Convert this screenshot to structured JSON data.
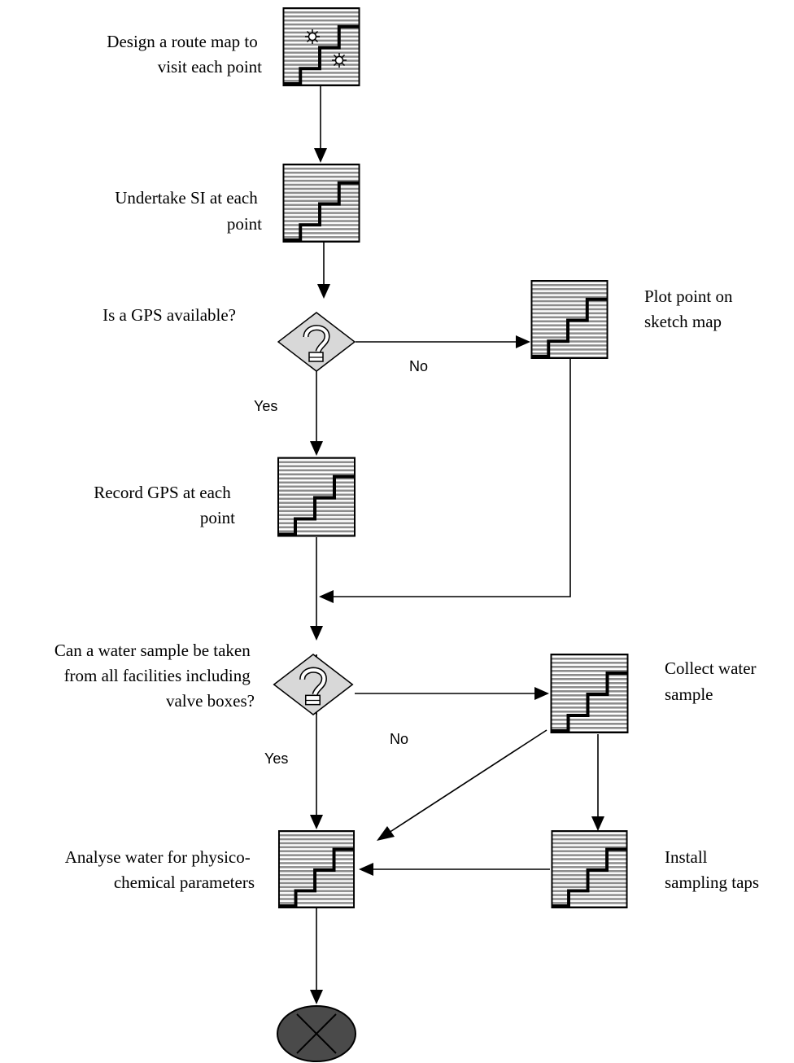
{
  "diagram": {
    "nodes": {
      "route": {
        "lines": [
          "Design a route map  to",
          "visit each point"
        ],
        "icon": "process-step-map-icon"
      },
      "si": {
        "lines": [
          "Undertake SI at each",
          "point"
        ],
        "icon": "process-step-icon"
      },
      "gps_q": {
        "lines": [
          "Is a GPS available?"
        ],
        "icon": "decision-icon"
      },
      "plot": {
        "lines": [
          "Plot point on",
          "sketch map"
        ],
        "icon": "process-step-icon"
      },
      "record": {
        "lines": [
          "Record GPS at each",
          "point"
        ],
        "icon": "process-step-icon"
      },
      "water_q": {
        "lines": [
          "Can a water sample be taken",
          "from all facilities including",
          "valve boxes?"
        ],
        "icon": "decision-icon"
      },
      "collect": {
        "lines": [
          "Collect water",
          "sample"
        ],
        "icon": "process-step-icon"
      },
      "analyse": {
        "lines": [
          "Analyse water for physico-",
          "chemical parameters"
        ],
        "icon": "process-step-icon"
      },
      "install": {
        "lines": [
          "Install",
          "sampling taps"
        ],
        "icon": "process-step-icon"
      },
      "end": {
        "icon": "end-terminator-icon"
      }
    },
    "edge_labels": {
      "gps_no": "No",
      "gps_yes": "Yes",
      "water_no": "No",
      "water_yes": "Yes"
    }
  }
}
